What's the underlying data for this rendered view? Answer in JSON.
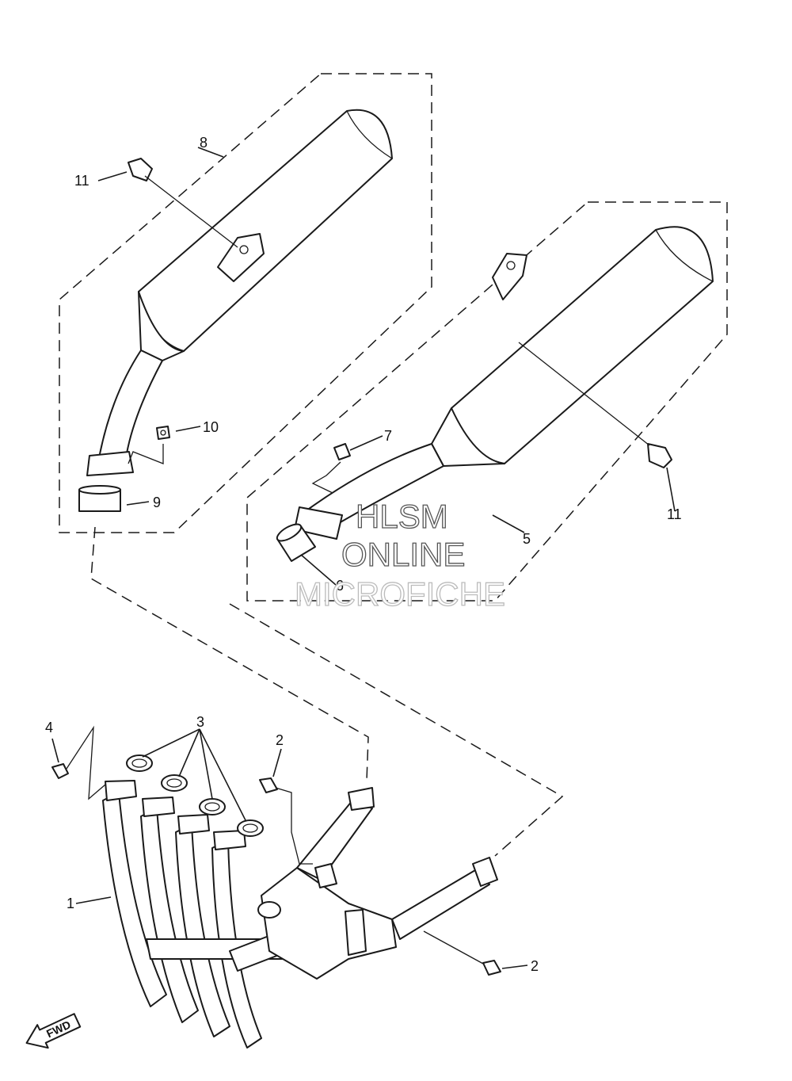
{
  "callouts": {
    "p1": "1",
    "p2a": "2",
    "p2b": "2",
    "p3": "3",
    "p4": "4",
    "p5": "5",
    "p6": "6",
    "p7": "7",
    "p8": "8",
    "p9": "9",
    "p10": "10",
    "p11a": "11",
    "p11b": "11"
  },
  "watermark": {
    "line1": "HLSM",
    "line2": "ONLINE",
    "line3": "MICROFICHE"
  },
  "direction_marker": "FWD"
}
